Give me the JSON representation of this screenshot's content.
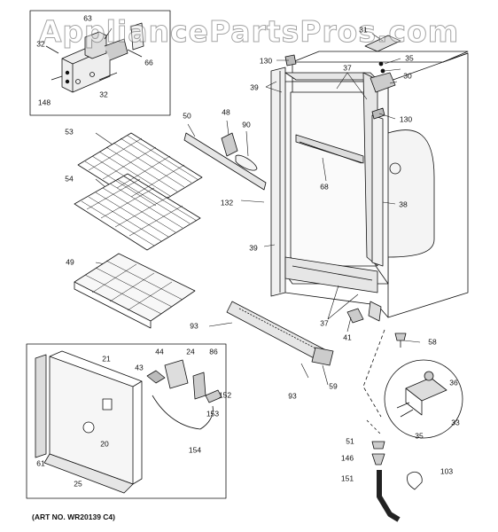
{
  "watermark": "AppliancePartsPros.com",
  "art_number": "(ART NO. WR20139 C4)",
  "part_labels": [
    {
      "id": "p63a",
      "text": "63"
    },
    {
      "id": "p32a",
      "text": "32"
    },
    {
      "id": "p66",
      "text": "66"
    },
    {
      "id": "p148",
      "text": "148"
    },
    {
      "id": "p32b",
      "text": "32"
    },
    {
      "id": "p31",
      "text": "31"
    },
    {
      "id": "p35a",
      "text": "35"
    },
    {
      "id": "p130a",
      "text": "130"
    },
    {
      "id": "p37a",
      "text": "37"
    },
    {
      "id": "p30",
      "text": "30"
    },
    {
      "id": "p39a",
      "text": "39"
    },
    {
      "id": "p130b",
      "text": "130"
    },
    {
      "id": "p50",
      "text": "50"
    },
    {
      "id": "p48",
      "text": "48"
    },
    {
      "id": "p90",
      "text": "90"
    },
    {
      "id": "p53",
      "text": "53"
    },
    {
      "id": "p68",
      "text": "68"
    },
    {
      "id": "p54",
      "text": "54"
    },
    {
      "id": "p132",
      "text": "132"
    },
    {
      "id": "p38",
      "text": "38"
    },
    {
      "id": "p39b",
      "text": "39"
    },
    {
      "id": "p49",
      "text": "49"
    },
    {
      "id": "p37b",
      "text": "37"
    },
    {
      "id": "p93a",
      "text": "93"
    },
    {
      "id": "p41",
      "text": "41"
    },
    {
      "id": "p58",
      "text": "58"
    },
    {
      "id": "p21",
      "text": "21"
    },
    {
      "id": "p44",
      "text": "44"
    },
    {
      "id": "p24",
      "text": "24"
    },
    {
      "id": "p86",
      "text": "86"
    },
    {
      "id": "p43",
      "text": "43"
    },
    {
      "id": "p152",
      "text": "152"
    },
    {
      "id": "p59",
      "text": "59"
    },
    {
      "id": "p93b",
      "text": "93"
    },
    {
      "id": "p153",
      "text": "153"
    },
    {
      "id": "p36",
      "text": "36"
    },
    {
      "id": "p33",
      "text": "33"
    },
    {
      "id": "p20",
      "text": "20"
    },
    {
      "id": "p154",
      "text": "154"
    },
    {
      "id": "p35b",
      "text": "35"
    },
    {
      "id": "p61",
      "text": "61"
    },
    {
      "id": "p51",
      "text": "51"
    },
    {
      "id": "p146",
      "text": "146"
    },
    {
      "id": "p103",
      "text": "103"
    },
    {
      "id": "p25",
      "text": "25"
    },
    {
      "id": "p151",
      "text": "151"
    }
  ]
}
